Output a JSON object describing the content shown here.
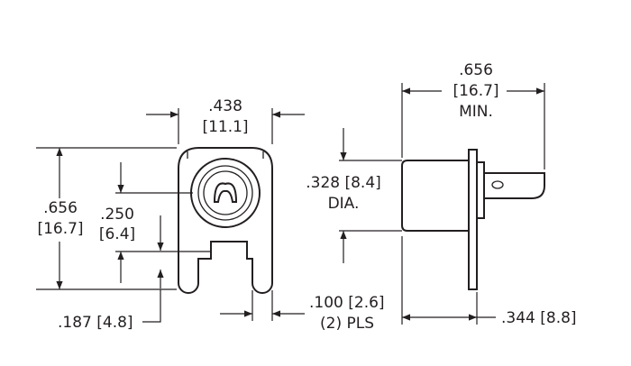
{
  "front_view": {
    "width": {
      "in": ".438",
      "mm": "[11.1]"
    },
    "height": {
      "in": ".656",
      "mm": "[16.7]"
    },
    "center_height": {
      "in": ".250",
      "mm": "[6.4]"
    },
    "pin_offset": ".187 [4.8]",
    "pin_width": ".100 [2.6]",
    "pin_qty": "(2) PLS"
  },
  "side_view": {
    "length": {
      "in": ".656",
      "mm": "[16.7]",
      "note": "MIN."
    },
    "diameter": ".328 [8.4]",
    "diameter_note": "DIA.",
    "depth": ".344 [8.8]"
  },
  "colors": {
    "ink": "#231f20",
    "background": "#ffffff"
  }
}
